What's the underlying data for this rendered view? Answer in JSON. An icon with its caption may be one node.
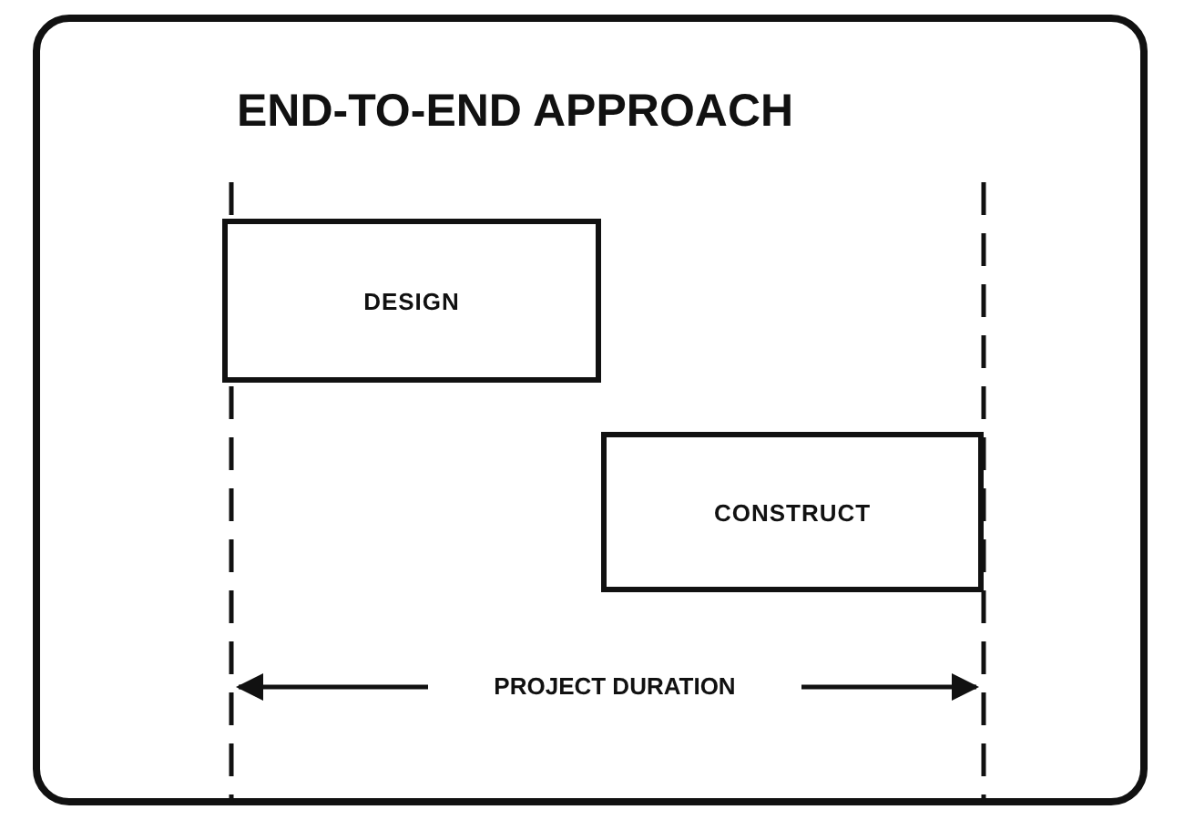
{
  "diagram": {
    "title": "END-TO-END APPROACH",
    "nodes": [
      {
        "text": [
          "DESIGN"
        ]
      },
      {
        "text": [
          "CONSTRUCT"
        ]
      }
    ],
    "labels": [
      "PROJECT DURATION"
    ]
  }
}
